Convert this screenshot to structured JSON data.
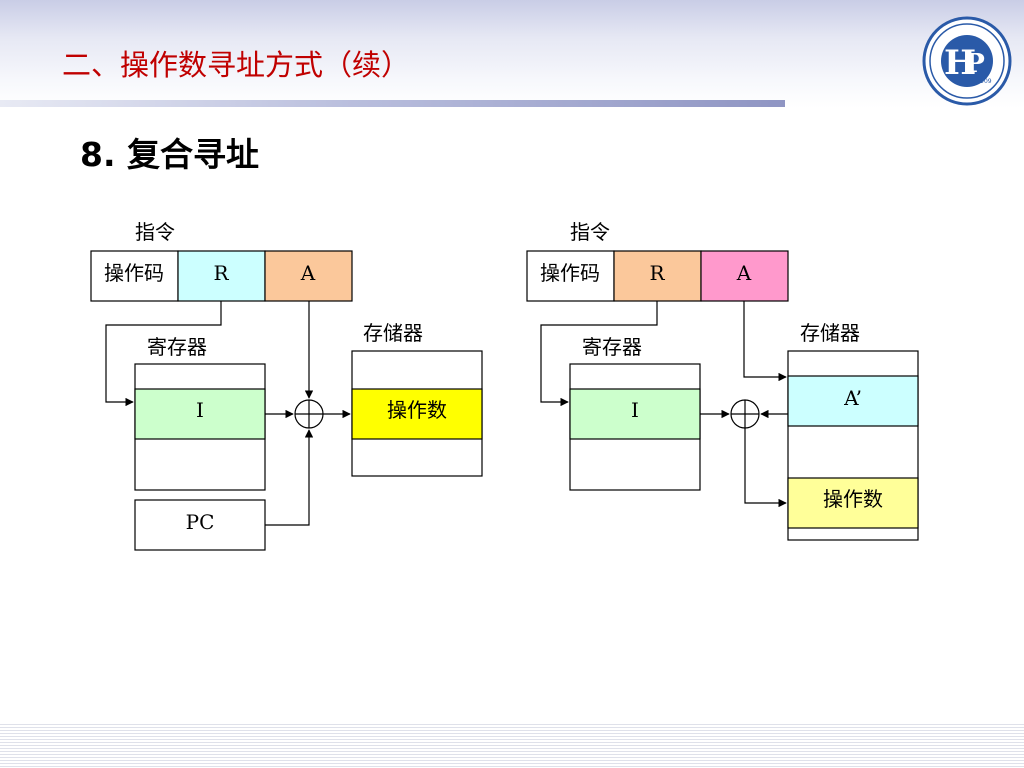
{
  "slide": {
    "title": "二、操作数寻址方式（续）",
    "subtitle": "8. 复合寻址",
    "logo": {
      "icon": "university-logo-icon",
      "year": "1909",
      "color": "#2a5aa8"
    }
  },
  "left_diagram": {
    "instruction_label": "指令",
    "opcode": "操作码",
    "field_r": "R",
    "field_a": "A",
    "register_label": "寄存器",
    "register_content": "I",
    "pc": "PC",
    "memory_label": "存储器",
    "memory_content": "操作数",
    "colors": {
      "r": "#ccffff",
      "a": "#fbc89b",
      "register": "#ccffcc",
      "operand": "#ffff00"
    }
  },
  "right_diagram": {
    "instruction_label": "指令",
    "opcode": "操作码",
    "field_r": "R",
    "field_a": "A",
    "register_label": "寄存器",
    "register_content": "I",
    "memory_label": "存储器",
    "memory_pointer": "A’",
    "memory_content": "操作数",
    "colors": {
      "r": "#fbc89b",
      "a": "#ff99cc",
      "register": "#ccffcc",
      "pointer": "#ccffff",
      "operand": "#ffff99"
    }
  }
}
